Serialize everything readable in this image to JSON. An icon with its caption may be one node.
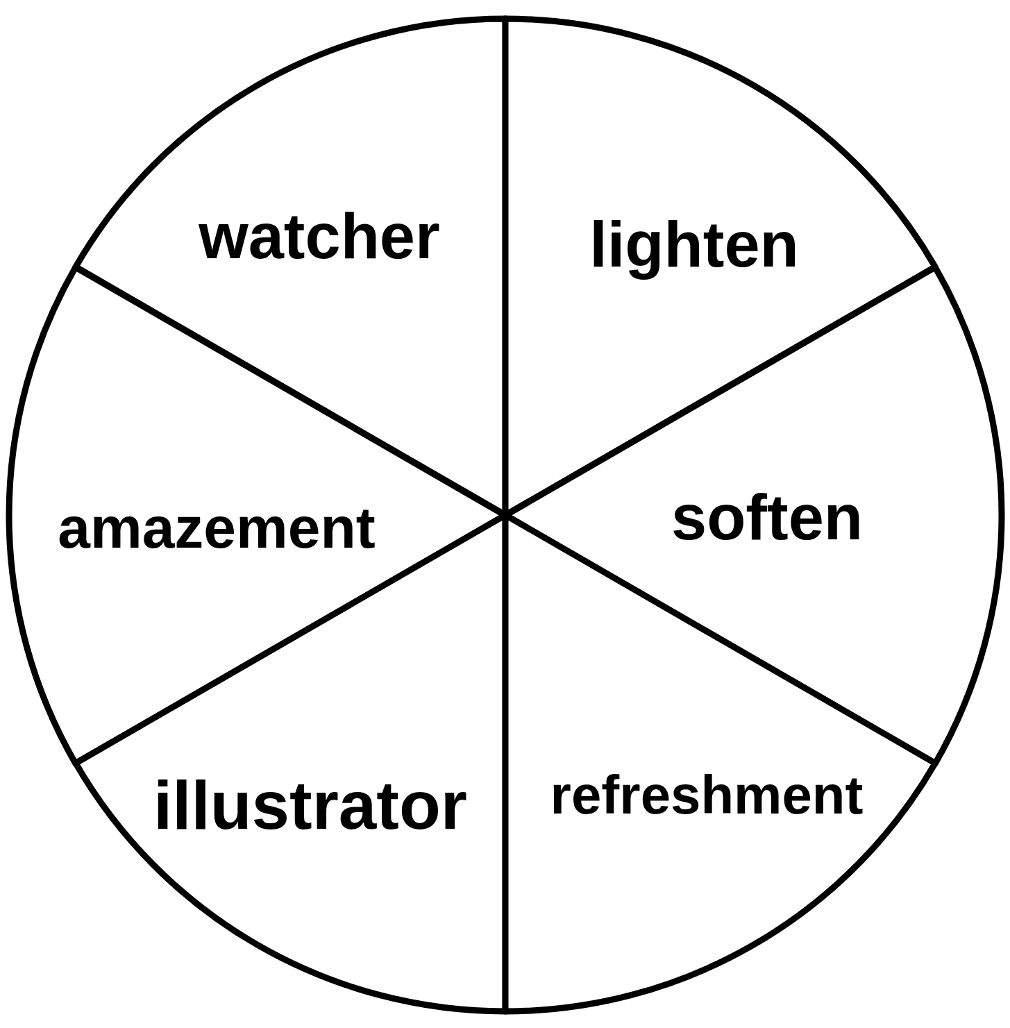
{
  "diagram": {
    "nodes": [
      {
        "text": [
          "watcher"
        ]
      },
      {
        "text": [
          "lighten"
        ]
      },
      {
        "text": [
          "amazement"
        ]
      },
      {
        "text": [
          "soften"
        ]
      },
      {
        "text": [
          "illustrator"
        ]
      },
      {
        "text": [
          "refreshment"
        ]
      }
    ]
  }
}
